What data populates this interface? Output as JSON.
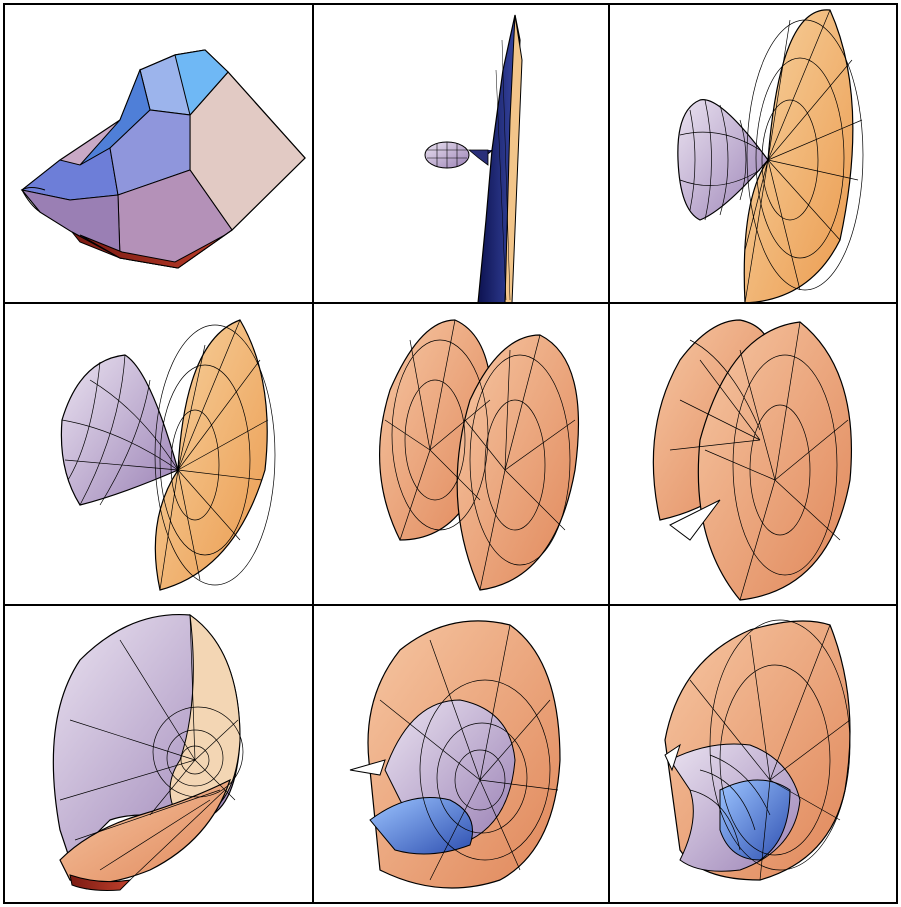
{
  "figure": {
    "rows": 3,
    "cols": 3,
    "panels": [
      {
        "id": "r1c1",
        "shape": "faceted-blob"
      },
      {
        "id": "r1c2",
        "shape": "thin-sheet-with-bulb"
      },
      {
        "id": "r1c3",
        "shape": "small-bulb-and-disc"
      },
      {
        "id": "r2c1",
        "shape": "cone-and-disc"
      },
      {
        "id": "r2c2",
        "shape": "two-discs"
      },
      {
        "id": "r2c3",
        "shape": "two-discs-with-slit"
      },
      {
        "id": "r3c1",
        "shape": "spiral-shell"
      },
      {
        "id": "r3c2",
        "shape": "spiral-with-tube"
      },
      {
        "id": "r3c3",
        "shape": "spiral-hollow"
      }
    ]
  },
  "colors": {
    "grid_line": "#000000",
    "orange_light": "#f6c98e",
    "orange_mid": "#f0a960",
    "salmon": "#f2ae84",
    "salmon_dark": "#d9825c",
    "lavender": "#b8a6c8",
    "lilac_light": "#e0d6e8",
    "blue": "#6a8fe0",
    "blue_dark": "#2e4fb0",
    "navy": "#1a1f6b",
    "red_dark": "#a02a1e",
    "cream": "#f0e7d9",
    "mint": "#e2f0d8"
  }
}
